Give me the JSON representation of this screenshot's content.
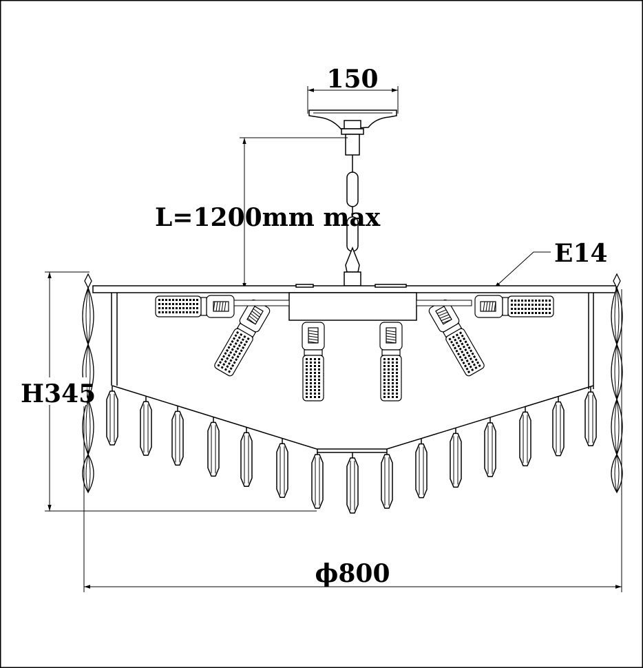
{
  "drawing": {
    "canopy_width_label": "150",
    "chain_length_label": "L=1200mm max",
    "socket_label": "E14",
    "height_label": "H345",
    "diameter_label": "ϕ800"
  }
}
